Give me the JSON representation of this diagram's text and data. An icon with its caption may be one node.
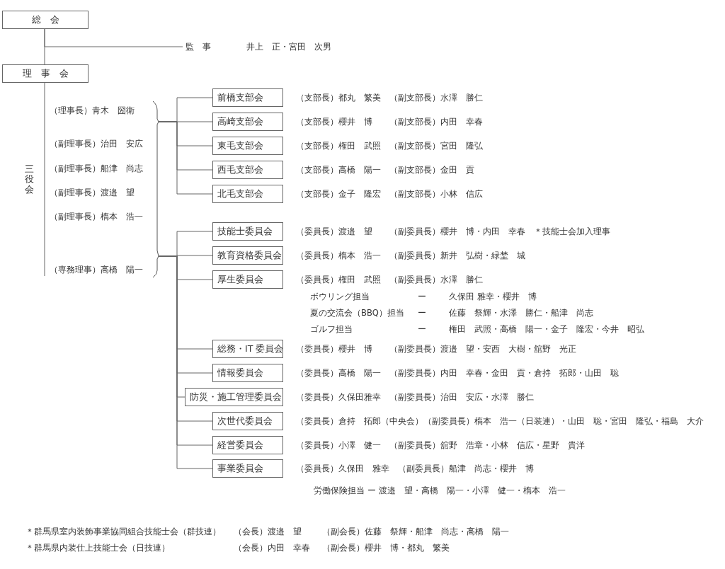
{
  "diagram": {
    "nodes": [
      {
        "text": [
          "総　会"
        ]
      },
      {
        "text": [
          "理　事　会"
        ]
      },
      {
        "text": [
          "監　事",
          "井上　正・宮田　次男"
        ]
      },
      {
        "text": [
          "三役会",
          "（理事長）青木　圀衛",
          "（副理事長）治田　安広",
          "（副理事長）船津　尚志",
          "（副理事長）渡邉　望",
          "（副理事長）槗本　浩一",
          "（専務理事）高橋　陽一"
        ]
      },
      {
        "text": [
          "前橋支部会"
        ],
        "beside": [
          "（支部長）都丸　繁美　（副支部長）水澤　勝仁"
        ]
      },
      {
        "text": [
          "高崎支部会"
        ],
        "beside": [
          "（支部長）櫻井　博　　（副支部長）内田　幸春"
        ]
      },
      {
        "text": [
          "東毛支部会"
        ],
        "beside": [
          "（支部長）権田　武照　（副支部長）宮田　隆弘"
        ]
      },
      {
        "text": [
          "西毛支部会"
        ],
        "beside": [
          "（支部長）高橋　陽一　（副支部長）金田　貢"
        ]
      },
      {
        "text": [
          "北毛支部会"
        ],
        "beside": [
          "（支部長）金子　隆宏　（副支部長）小林　信広"
        ]
      },
      {
        "text": [
          "技能士委員会"
        ],
        "beside": [
          "（委員長）渡邉　望　　（副委員長）櫻井　博・内田　幸春　＊技能士会加入理事"
        ]
      },
      {
        "text": [
          "教育資格委員会"
        ],
        "beside": [
          "（委員長）槗本　浩一　（副委員長）新井　弘樹・緑埜　城"
        ]
      },
      {
        "text": [
          "厚生委員会"
        ],
        "beside": [
          "（委員長）権田　武照　（副委員長）水澤　勝仁",
          "ボウリング担当",
          "ー",
          "久保田 雅幸・櫻井　博",
          "夏の交流会（BBQ）担当",
          "ー",
          "佐藤　祭輝・水澤　勝仁・船津　尚志",
          "ゴルフ担当",
          "ー",
          "権田　武照・高橋　陽一・金子　隆宏・今井　昭弘"
        ]
      },
      {
        "text": [
          "総務・IT 委員会"
        ],
        "beside": [
          "（委員長）櫻井　博　　（副委員長）渡邉　望・安西　大樹・舘野　光正"
        ]
      },
      {
        "text": [
          "情報委員会"
        ],
        "beside": [
          "（委員長）高橋　陽一　（副委員長）内田　幸春・金田　貢・倉持　拓郎・山田　聡"
        ]
      },
      {
        "text": [
          "防災・施工管理委員会"
        ],
        "beside": [
          "（委員長）久保田雅幸　（副委員長）治田　安広・水澤　勝仁"
        ]
      },
      {
        "text": [
          "次世代委員会"
        ],
        "beside": [
          "（委員長）倉持　拓郎（中央会）（副委員長）槗本　浩一（日装連）・山田　聡・宮田　隆弘・福島　大介"
        ]
      },
      {
        "text": [
          "経営委員会"
        ],
        "beside": [
          "（委員長）小澤　健一　（副委員長）舘野　浩章・小林　信広・星野　貴洋"
        ]
      },
      {
        "text": [
          "事業委員会"
        ],
        "beside": [
          "（委員長）久保田　雅幸　（副委員長）船津　尚志・櫻井　博"
        ]
      }
    ],
    "edges": [
      {
        "from": 0,
        "to": 1,
        "arrow": "none"
      },
      {
        "from": 0,
        "to": 2,
        "arrow": "none"
      },
      {
        "from": 1,
        "to": 3,
        "arrow": "none"
      },
      {
        "from": 3,
        "to": 4,
        "arrow": "none"
      },
      {
        "from": 3,
        "to": 5,
        "arrow": "none"
      },
      {
        "from": 3,
        "to": 6,
        "arrow": "none"
      },
      {
        "from": 3,
        "to": 7,
        "arrow": "none"
      },
      {
        "from": 3,
        "to": 8,
        "arrow": "none"
      },
      {
        "from": 3,
        "to": 9,
        "arrow": "none"
      },
      {
        "from": 3,
        "to": 10,
        "arrow": "none"
      },
      {
        "from": 3,
        "to": 11,
        "arrow": "none"
      },
      {
        "from": 3,
        "to": 12,
        "arrow": "none"
      },
      {
        "from": 3,
        "to": 13,
        "arrow": "none"
      },
      {
        "from": 3,
        "to": 14,
        "arrow": "none"
      },
      {
        "from": 3,
        "to": 15,
        "arrow": "none"
      },
      {
        "from": 3,
        "to": 16,
        "arrow": "none"
      },
      {
        "from": 3,
        "to": 17,
        "arrow": "none"
      }
    ],
    "labels": [
      "労働保険担当 ー 渡邉　望・高橋　陽一・小澤　健一・槗本　浩一",
      "＊群馬県室内装飾事業協同組合技能士会（群技連）",
      "（会長）渡邉　望",
      "（副会長）佐藤　祭輝・船津　尚志・高橋　陽一",
      "＊群馬県内装仕上技能士会（日技連）",
      "（会長）内田　幸春",
      "（副会長）櫻井　博・都丸　繁美"
    ]
  }
}
